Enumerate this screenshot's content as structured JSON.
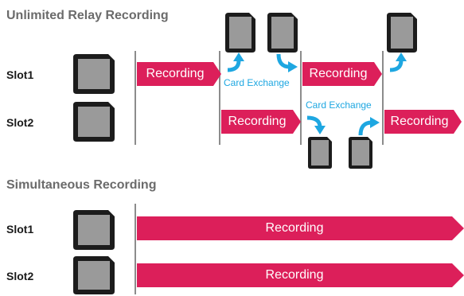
{
  "relay": {
    "title": "Unlimited Relay Recording",
    "slot1_label": "Slot1",
    "slot2_label": "Slot2",
    "recording_label": "Recording",
    "card_exchange_label": "Card Exchange"
  },
  "simultaneous": {
    "title": "Simultaneous Recording",
    "slot1_label": "Slot1",
    "slot2_label": "Slot2",
    "recording_label": "Recording"
  },
  "colors": {
    "recording": "#dc1f5a",
    "exchange_arrow": "#1ea7e1",
    "divider": "#8c8c8c",
    "card_body": "#1c1c1c",
    "card_window": "#9a9a9a"
  },
  "icons": [
    "sd-card-icon",
    "exchange-arrow-icon"
  ]
}
